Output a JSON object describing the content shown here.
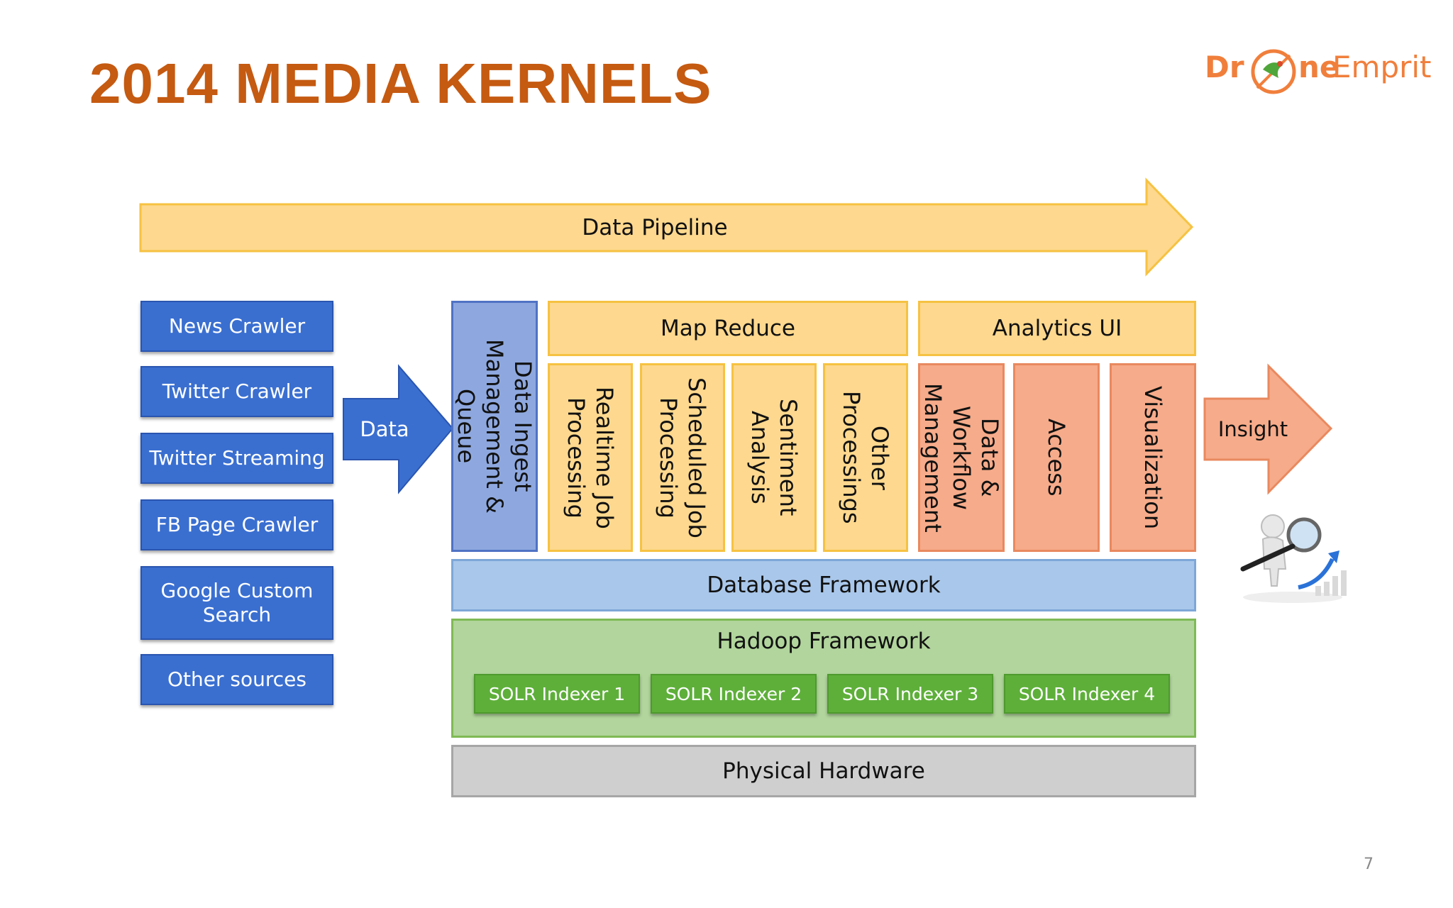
{
  "slide": {
    "title": "2014 MEDIA KERNELS",
    "page_number": "7"
  },
  "logo": {
    "text_left": "Dr",
    "text_right_bold": "ne",
    "text_right": "Emprit",
    "icon": "drone-bird-logo-icon"
  },
  "pipeline": {
    "label": "Data Pipeline"
  },
  "sources": [
    "News Crawler",
    "Twitter Crawler",
    "Twitter Streaming",
    "FB Page Crawler",
    "Google Custom Search",
    "Other sources"
  ],
  "data_arrow": {
    "label": "Data"
  },
  "ingest": {
    "label": "Data Ingest Management & Queue"
  },
  "map_reduce": {
    "header": "Map Reduce",
    "columns": [
      "Realtime Job Processing",
      "Scheduled Job Processing",
      "Sentiment Analysis",
      "Other Processings"
    ]
  },
  "analytics_ui": {
    "header": "Analytics UI",
    "columns": [
      "Data & Workflow Management",
      "Access",
      "Visualization"
    ]
  },
  "insight_arrow": {
    "label": "Insight"
  },
  "insight_icon": "magnifier-person-chart-icon",
  "database": {
    "label": "Database Framework"
  },
  "hadoop": {
    "label": "Hadoop Framework",
    "indexers": [
      "SOLR Indexer 1",
      "SOLR Indexer 2",
      "SOLR Indexer 3",
      "SOLR Indexer 4"
    ]
  },
  "hardware": {
    "label": "Physical Hardware"
  },
  "colors": {
    "title": "#c55a11",
    "source_blue": "#3a6fd0",
    "yellow": "#fdd88e",
    "salmon": "#f6ab8a",
    "database_blue": "#a9c7ea",
    "hadoop_green": "#b1d59c",
    "solr_green": "#5eaf3a",
    "hardware_gray": "#cfcfcf"
  }
}
